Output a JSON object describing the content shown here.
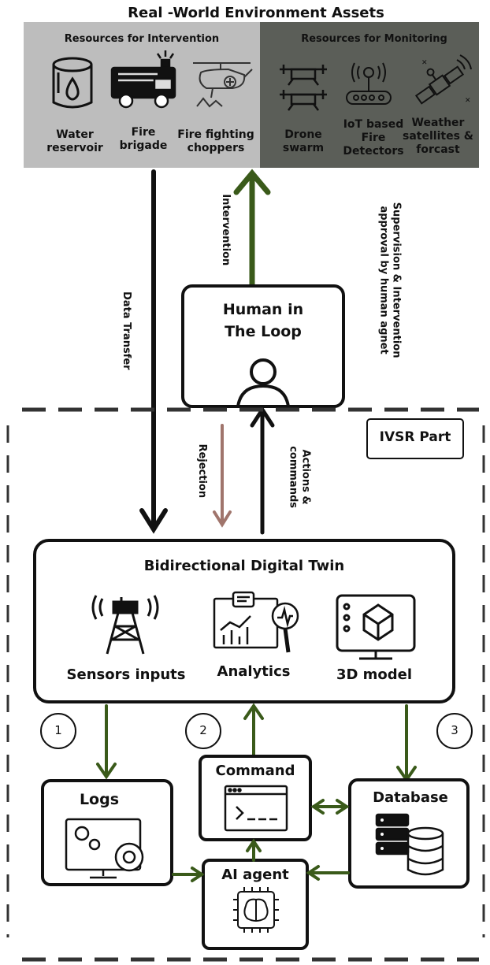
{
  "header": {
    "title": "Real -World Environment Assets",
    "intervention_group": "Resources for Intervention",
    "monitoring_group": "Resources for Monitoring"
  },
  "assets": {
    "water": "Water\nreservoir",
    "fire_brigade": "Fire\nbrigade",
    "choppers": "Fire fighting\nchoppers",
    "drone": "Drone\nswarm",
    "iot": "IoT based\nFire\nDetectors",
    "weather": "Weather\nsatellites &\nforcast"
  },
  "flows": {
    "data_transfer": "Data Transfer",
    "intervention": "Intervention",
    "supervision": "Supervision & Intervention\napproval by human agnet",
    "rejection": "Rejection",
    "actions": "Actions &\ncommands"
  },
  "human": {
    "title": "Human in\nThe Loop"
  },
  "ivsr": {
    "label": "IVSR Part"
  },
  "twin": {
    "title": "Bidirectional Digital Twin",
    "sensors": "Sensors inputs",
    "analytics": "Analytics",
    "model": "3D model"
  },
  "numbers": [
    "1",
    "2",
    "3"
  ],
  "components": {
    "logs": "Logs",
    "command": "Command",
    "database": "Database",
    "ai_agent": "AI agent"
  },
  "colors": {
    "green": "#3a5a1a",
    "gray_panel": "#bdbdbd",
    "dark_panel": "#5b5e58",
    "rejection": "#a0756c"
  }
}
